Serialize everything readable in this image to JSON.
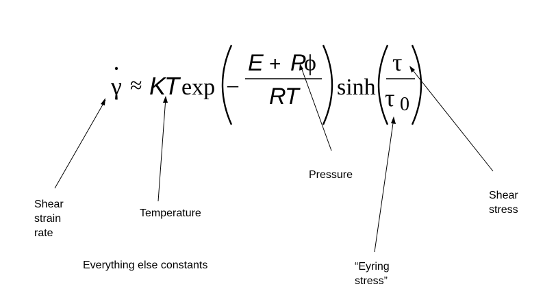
{
  "equation": {
    "lhs": "γ",
    "approx": "≈",
    "k": "K",
    "t": "T",
    "exp": "exp",
    "minus": "–",
    "num_e": "E",
    "num_plus": "+",
    "num_p": "P",
    "num_phi": "ϕ",
    "den_r": "R",
    "den_t": "T",
    "sinh": "sinh",
    "tau": "τ",
    "tau0": "τ",
    "tau0_sub": "0"
  },
  "labels": {
    "shear_strain_rate": "Shear\nstrain\nrate",
    "temperature": "Temperature",
    "pressure": "Pressure",
    "shear_stress": "Shear\nstress",
    "eyring_stress": "“Eyring\nstress”",
    "constants_note": "Everything else constants"
  }
}
